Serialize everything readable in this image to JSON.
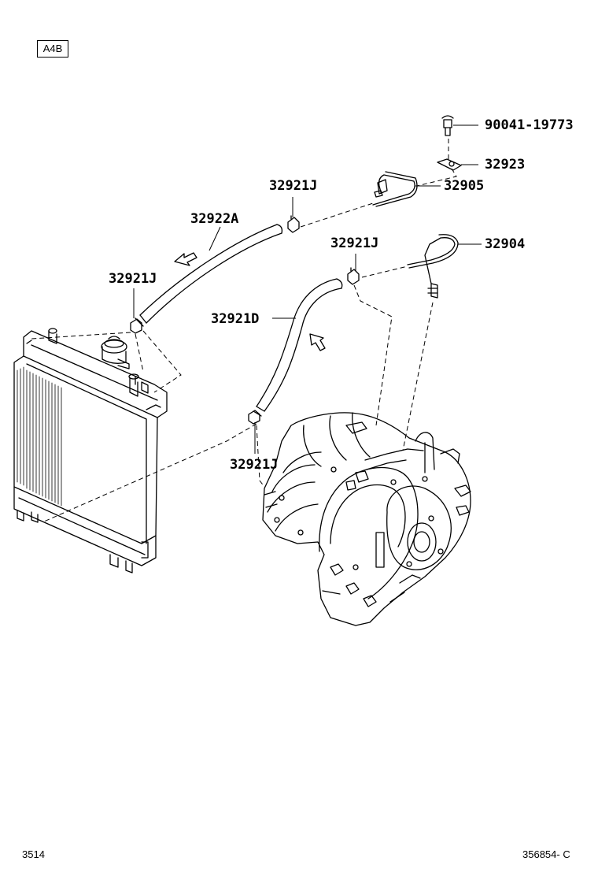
{
  "badge": "A4B",
  "callouts": {
    "bolt": "90041-19773",
    "clamp_plate": "32923",
    "pipe_upper": "32905",
    "clip_upper": "32921J",
    "hose_upper": "32922A",
    "clip_mid": "32921J",
    "pipe_lower": "32904",
    "clip_radiator": "32921J",
    "hose_lower": "32921D",
    "clip_bottom": "32921J"
  },
  "footer": {
    "page": "3514",
    "figure": "356854- C"
  }
}
